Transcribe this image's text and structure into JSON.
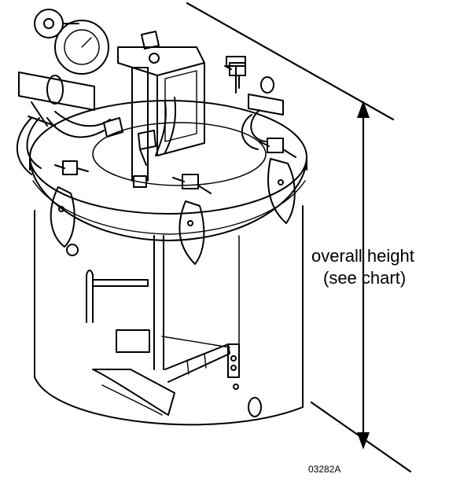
{
  "figure": {
    "subject": "pressure tank with air regulator, gauge, agitator and clamps",
    "dimension_label_line1": "overall height",
    "dimension_label_line2": "(see chart)",
    "figure_id": "03282A"
  },
  "colors": {
    "line": "#000000",
    "background": "#ffffff"
  }
}
